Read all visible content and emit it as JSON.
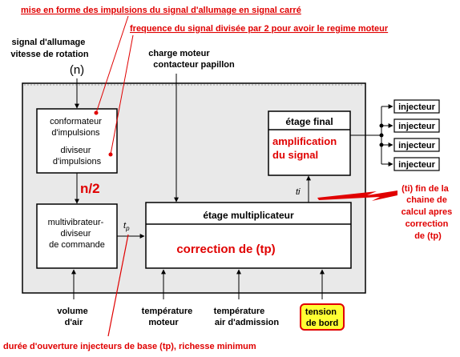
{
  "annotations": {
    "top1": "mise en forme des impulsions  du signal d'allumage en signal carré",
    "top2": "frequence du signal divisée par 2 pour avoir le regime moteur",
    "bottom": "durée d'ouverture injecteurs de base (tp), richesse minimum",
    "ti_note": [
      "(ti)  fin de la",
      "chaine de",
      "calcul apres",
      "correction",
      "de (tp)"
    ]
  },
  "inputs": {
    "signal": [
      "signal d'allumage",
      "vitesse de rotation"
    ],
    "n": "(n)",
    "charge": [
      "charge moteur",
      "contacteur papillon"
    ],
    "volume": [
      "volume",
      "d'air"
    ],
    "temp_moteur": [
      "température",
      "moteur"
    ],
    "temp_air": [
      "température",
      "air d'admission"
    ],
    "tension": [
      "tension",
      "de bord"
    ]
  },
  "blocks": {
    "conformateur": [
      "conformateur",
      "d'impulsions"
    ],
    "diviseur": [
      "diviseur",
      "d'impulsions"
    ],
    "n2": "n/2",
    "multivibrateur": [
      "multivibrateur-",
      "diviseur",
      "de commande"
    ],
    "multiplicateur_title": "étage multiplicateur",
    "correction": "correction de (tp)",
    "final_title": "étage final",
    "amplification": [
      "amplification",
      "du signal"
    ]
  },
  "signals": {
    "tp": "t",
    "tp_sub": "p",
    "ti": "ti"
  },
  "injecteurs": [
    "injecteur",
    "injecteur",
    "injecteur",
    "injecteur"
  ],
  "colors": {
    "red": "#e00000",
    "panel": "#e9e9e9",
    "highlight": "#ffff33"
  }
}
